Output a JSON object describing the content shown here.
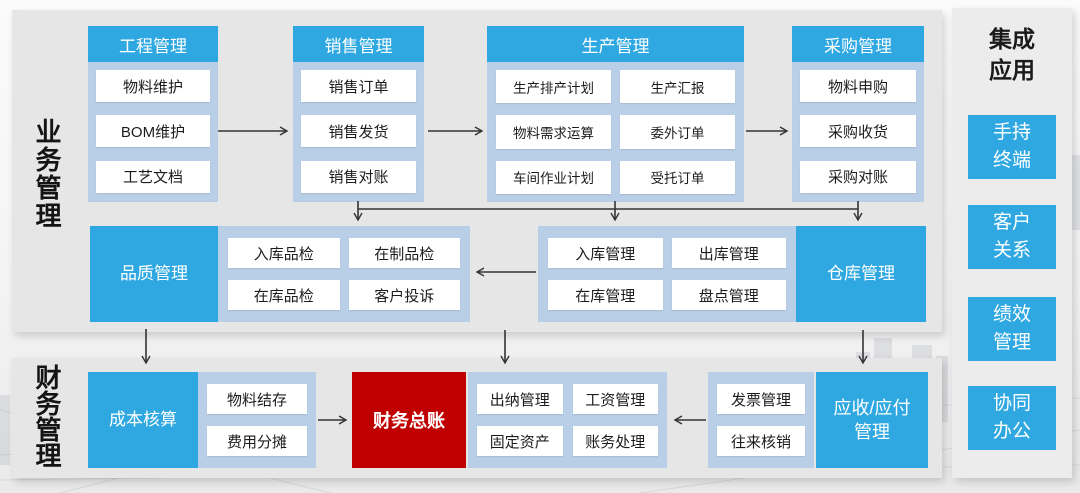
{
  "left_labels": {
    "business": "业务管理",
    "finance": "财务管理"
  },
  "columns": [
    {
      "header": "工程管理",
      "items": [
        "物料维护",
        "BOM维护",
        "工艺文档"
      ]
    },
    {
      "header": "销售管理",
      "items": [
        "销售订单",
        "销售发货",
        "销售对账"
      ]
    },
    {
      "header": "生产管理",
      "grid": [
        [
          "生产排产计划",
          "生产汇报"
        ],
        [
          "物料需求运算",
          "委外订单"
        ],
        [
          "车间作业计划",
          "受托订单"
        ]
      ]
    },
    {
      "header": "采购管理",
      "items": [
        "物料申购",
        "采购收货",
        "采购对账"
      ]
    }
  ],
  "middle_row": {
    "quality_label": "品质管理",
    "quality_items": [
      [
        "入库品检",
        "在制品检"
      ],
      [
        "在库品检",
        "客户投诉"
      ]
    ],
    "warehouse_items": [
      [
        "入库管理",
        "出库管理"
      ],
      [
        "在库管理",
        "盘点管理"
      ]
    ],
    "warehouse_label": "仓库管理"
  },
  "finance_row": {
    "cost_label": "成本核算",
    "cost_items": [
      "物料结存",
      "费用分摊"
    ],
    "ledger_label": "财务总账",
    "cashier_items": [
      [
        "出纳管理",
        "工资管理"
      ],
      [
        "固定资产",
        "账务处理"
      ]
    ],
    "invoice_items": [
      "发票管理",
      "往来核销"
    ],
    "receivable_lines": [
      "应收/应付",
      "管理"
    ]
  },
  "right_panel": {
    "title_lines": [
      "集成",
      "应用"
    ],
    "items": [
      [
        "手持",
        "终端"
      ],
      [
        "客户",
        "关系"
      ],
      [
        "绩效",
        "管理"
      ],
      [
        "协同",
        "办公"
      ]
    ]
  },
  "colors": {
    "module_blue": "#2fa8e2",
    "container_blue": "#b9cee7",
    "ledger_red": "#c00000",
    "panel_gray": "#e6e6e6",
    "arrow": "#333333"
  }
}
